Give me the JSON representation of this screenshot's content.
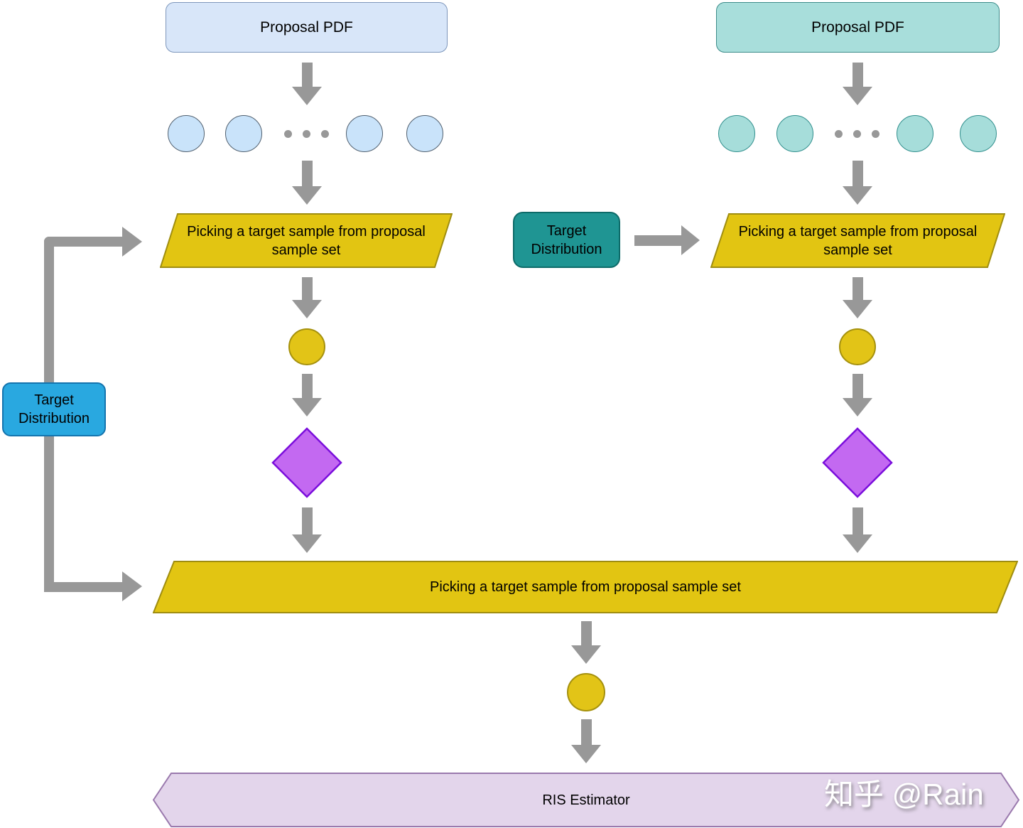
{
  "nodes": {
    "proposal_pdf_left": {
      "label": "Proposal PDF"
    },
    "proposal_pdf_right": {
      "label": "Proposal PDF"
    },
    "picking_left": {
      "label": "Picking a target sample from proposal sample set"
    },
    "picking_right": {
      "label": "Picking a target sample from proposal sample set"
    },
    "picking_bottom": {
      "label": "Picking a target sample from proposal sample set"
    },
    "target_distribution_left": {
      "label": "Target Distribution"
    },
    "target_distribution_center": {
      "label": "Target Distribution"
    },
    "ris_estimator": {
      "label": "RIS Estimator"
    }
  },
  "watermark": {
    "label": "知乎 @Rain"
  },
  "icons": {
    "arrow_down_icon": "css-triangle-down",
    "arrow_right_icon": "css-triangle-right",
    "ellipsis_icon": "three-gray-dots"
  },
  "colors": {
    "background": "#ffffff",
    "proposal_left_fill": "#d8e6f9",
    "proposal_left_border": "#7d96bb",
    "sample_left_fill": "#c9e3fa",
    "sample_left_border": "#51606f",
    "proposal_right_fill": "#a8dedb",
    "proposal_right_border": "#3c8c8a",
    "process_fill": "#e2c512",
    "process_border": "#9f8d10",
    "target_left_fill": "#29a8e0",
    "target_left_border": "#1474ae",
    "target_center_fill": "#1f9593",
    "target_center_border": "#0d6b69",
    "chosen_sample_fill": "#e2c417",
    "chosen_sample_border": "#a5910e",
    "weight_diamond_fill": "#c369f1",
    "weight_diamond_border": "#7a0edc",
    "estimator_fill": "#e3d5eb",
    "estimator_border": "#9a79ad",
    "arrow": "#989898",
    "label_text": "#000000",
    "watermark_text": "#ffffff"
  }
}
